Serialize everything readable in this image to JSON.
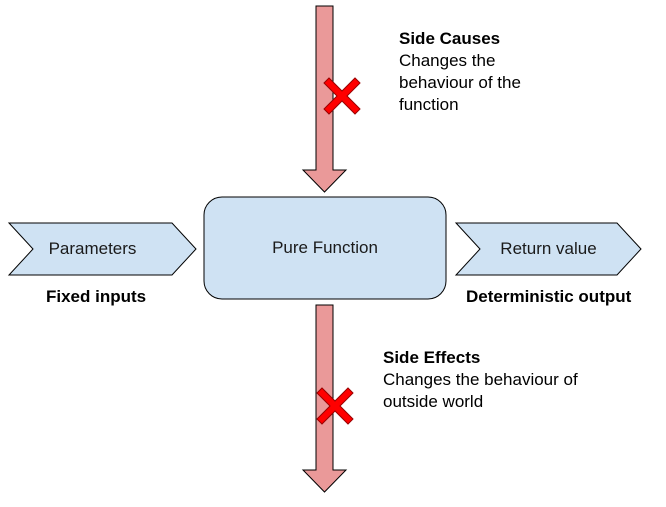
{
  "colors": {
    "box_fill": "#cfe2f3",
    "box_stroke": "#000000",
    "arrow_fill": "#ea9999",
    "cross_fill": "#ff0000",
    "cross_stroke": "#990000"
  },
  "center": {
    "label": "Pure Function"
  },
  "left": {
    "label": "Parameters",
    "caption": "Fixed inputs"
  },
  "right": {
    "label": "Return value",
    "caption": "Deterministic output"
  },
  "top": {
    "title": "Side Causes",
    "lines": [
      "Changes the",
      "behaviour of the",
      "function"
    ],
    "marker": "cross-icon"
  },
  "bottom": {
    "title": "Side Effects",
    "lines": [
      "Changes the behaviour of",
      "outside world"
    ],
    "marker": "cross-icon"
  }
}
